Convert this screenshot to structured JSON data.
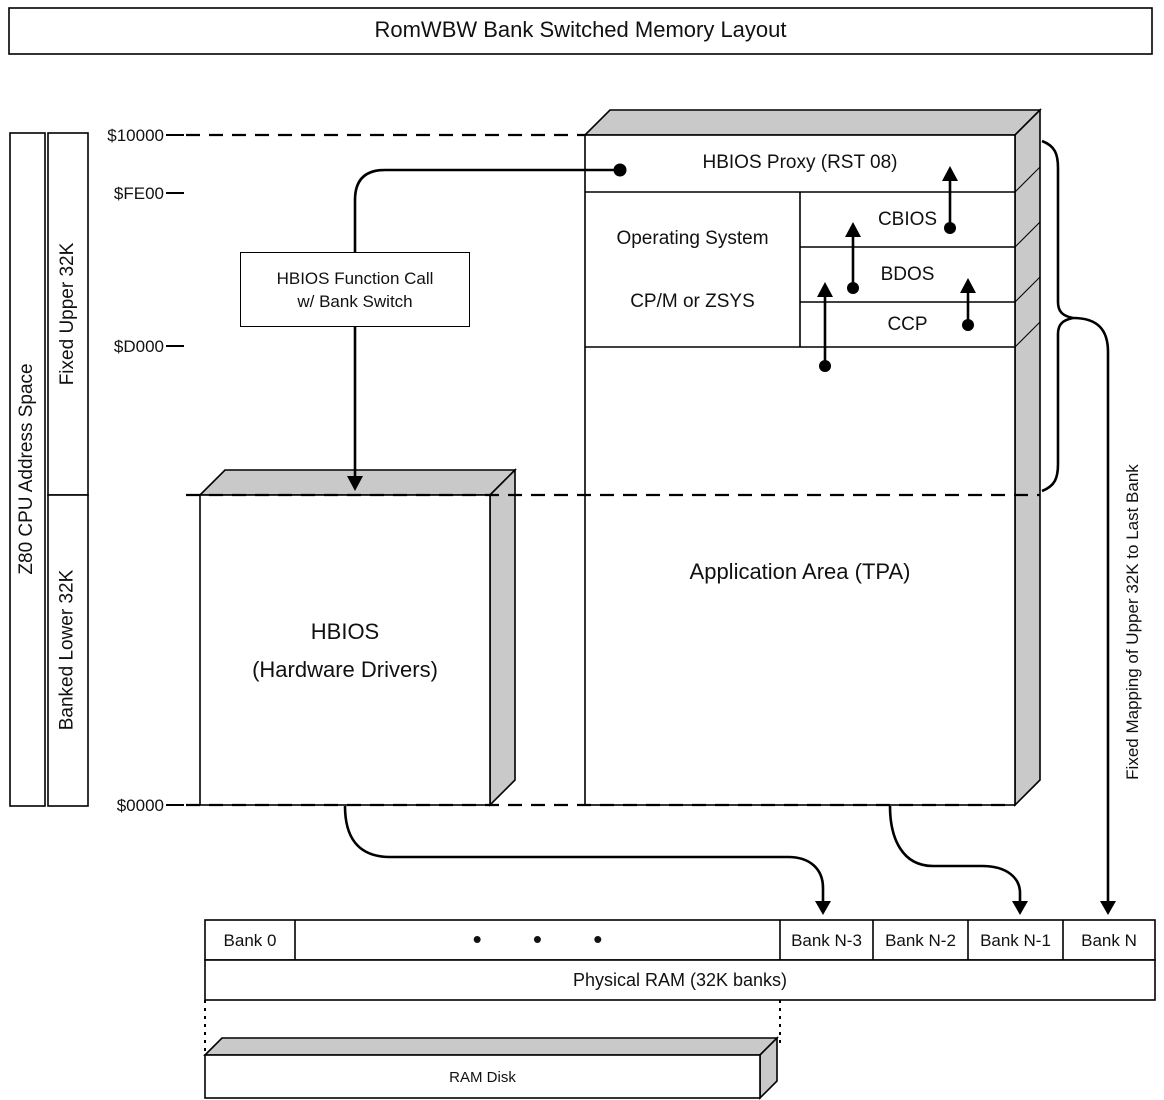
{
  "title": "RomWBW Bank Switched Memory Layout",
  "address_space": {
    "outer_label": "Z80 CPU Address Space",
    "upper_label": "Fixed Upper 32K",
    "lower_label": "Banked Lower 32K",
    "addresses": {
      "top": "$10000",
      "fe00": "$FE00",
      "d000": "$D000",
      "zero": "$0000"
    }
  },
  "call_box": {
    "line1": "HBIOS Function Call",
    "line2": "w/ Bank Switch"
  },
  "memory_map": {
    "proxy_label": "HBIOS Proxy (RST 08)",
    "os_label_line1": "Operating System",
    "os_label_line2": "CP/M or ZSYS",
    "cbios_label": "CBIOS",
    "bdos_label": "BDOS",
    "ccp_label": "CCP",
    "tpa_label": "Application Area (TPA)"
  },
  "hbios_box": {
    "line1": "HBIOS",
    "line2": "(Hardware Drivers)"
  },
  "mapping_label": "Fixed Mapping of Upper 32K to Last Bank",
  "physical_ram": {
    "bank0": "Bank 0",
    "dots": "• • •",
    "bank_n3": "Bank N-3",
    "bank_n2": "Bank N-2",
    "bank_n1": "Bank N-1",
    "bank_n": "Bank N",
    "ram_label": "Physical RAM (32K banks)",
    "ram_disk_label": "RAM Disk"
  },
  "colors": {
    "extrusion_gray": "#c9c9c9",
    "line_black": "#000000",
    "background": "#ffffff"
  }
}
